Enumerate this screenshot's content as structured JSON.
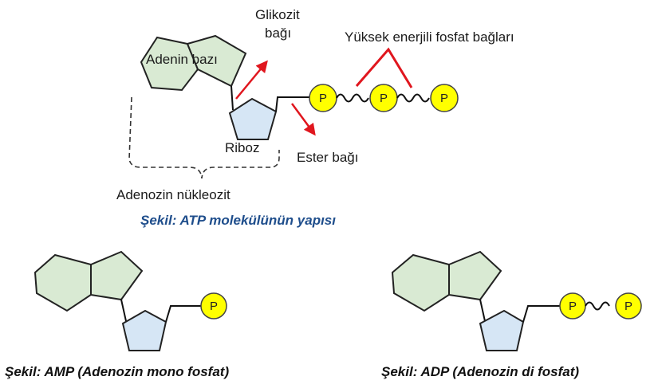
{
  "atp": {
    "glikozit_line1": "Glikozit",
    "glikozit_line2": "bağı",
    "yuksek": "Yüksek enerjili fosfat bağları",
    "adenin": "Adenin bazı",
    "riboz": "Riboz",
    "ester": "Ester bağı",
    "nukleozit": "Adenozin nükleozit",
    "caption": "Şekil: ATP molekülünün yapısı",
    "phosphate": "P"
  },
  "amp": {
    "caption": "Şekil: AMP (Adenozin mono fosfat)",
    "phosphate": "P"
  },
  "adp": {
    "caption": "Şekil: ADP (Adenozin di fosfat)",
    "phosphate": "P"
  },
  "colors": {
    "base_fill": "#d9ead3",
    "ribose_fill": "#d6e6f5",
    "phosphate_fill": "#ffff00",
    "arrow_red": "#e0161e",
    "caption_blue": "#1f4e8c",
    "caption_black": "#111111"
  }
}
